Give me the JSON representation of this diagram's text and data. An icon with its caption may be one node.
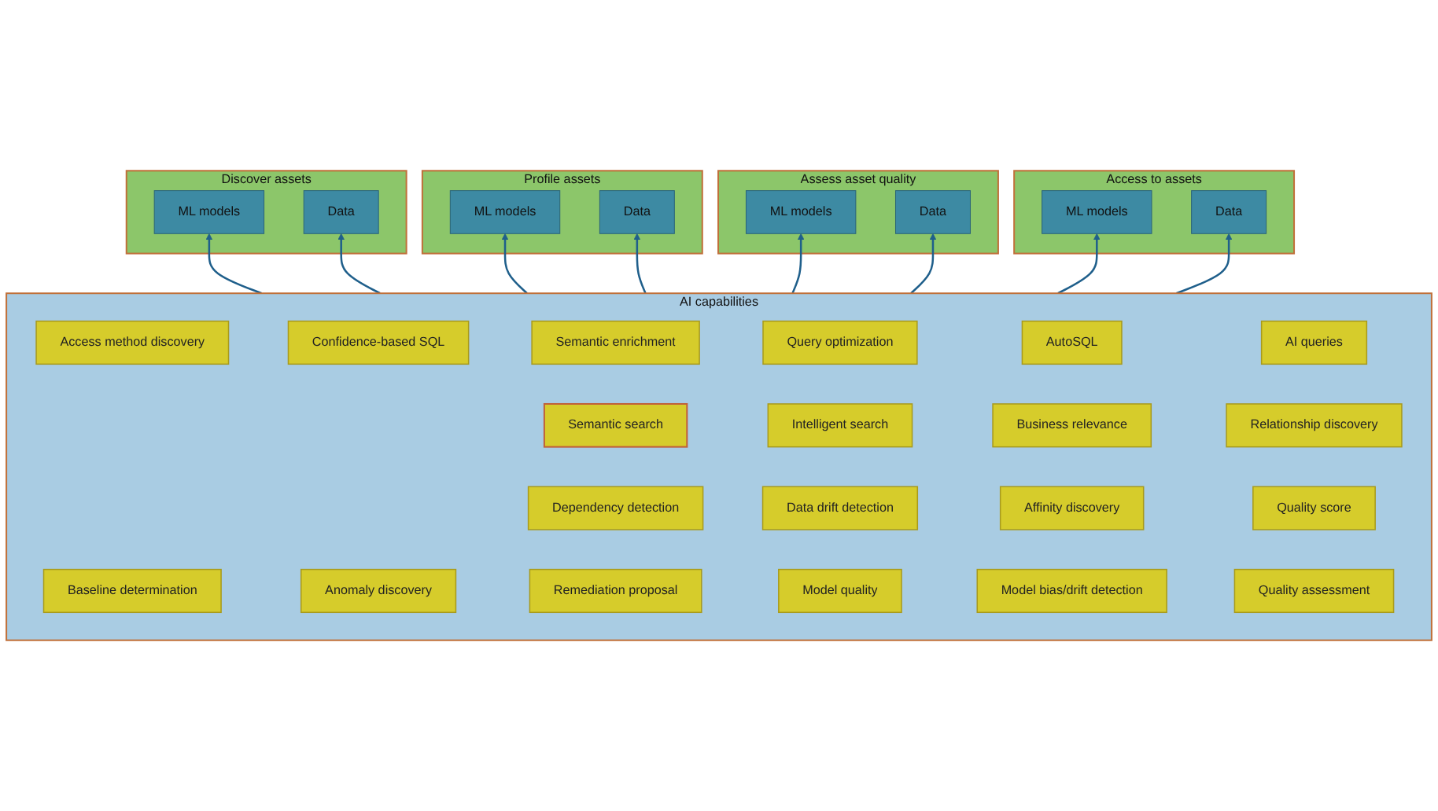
{
  "diagram": {
    "nodes": [
      {
        "text": [
          "Discover assets"
        ]
      },
      {
        "text": [
          "Data"
        ],
        "in": 0
      },
      {
        "text": [
          "ML models"
        ],
        "in": 0
      },
      {
        "text": [
          "Profile assets"
        ]
      },
      {
        "text": [
          "Data"
        ],
        "in": 3
      },
      {
        "text": [
          "ML models"
        ],
        "in": 3
      },
      {
        "text": [
          "Assess asset quality"
        ]
      },
      {
        "text": [
          "Data"
        ],
        "in": 6
      },
      {
        "text": [
          "ML models"
        ],
        "in": 6
      },
      {
        "text": [
          "Access to assets"
        ]
      },
      {
        "text": [
          "Data"
        ],
        "in": 9
      },
      {
        "text": [
          "ML models"
        ],
        "in": 9
      },
      {
        "text": [
          "AI capabilities"
        ]
      },
      {
        "text": [
          "Semantic search"
        ],
        "in": 12
      },
      {
        "text": [
          "Dependency detection"
        ],
        "in": 12
      },
      {
        "text": [
          "Baseline determination"
        ],
        "in": 12
      },
      {
        "text": [
          "Access method discovery"
        ],
        "in": 12
      },
      {
        "text": [
          "Intelligent search"
        ],
        "in": 12
      },
      {
        "text": [
          "Data drift detection"
        ],
        "in": 12
      },
      {
        "text": [
          "Anomaly discovery"
        ],
        "in": 12
      },
      {
        "text": [
          "Confidence-based SQL"
        ],
        "in": 12
      },
      {
        "text": [
          "Business relevance"
        ],
        "in": 12
      },
      {
        "text": [
          "Affinity discovery"
        ],
        "in": 12
      },
      {
        "text": [
          "Remediation proposal"
        ],
        "in": 12
      },
      {
        "text": [
          "Semantic enrichment"
        ],
        "in": 12
      },
      {
        "text": [
          "Relationship discovery"
        ],
        "in": 12
      },
      {
        "text": [
          "Quality score"
        ],
        "in": 12
      },
      {
        "text": [
          "Model quality"
        ],
        "in": 12
      },
      {
        "text": [
          "Query optimization"
        ],
        "in": 12
      },
      {
        "text": [
          "Model bias/drift detection"
        ],
        "in": 12
      },
      {
        "text": [
          "AutoSQL"
        ],
        "in": 12
      },
      {
        "text": [
          "Quality assessment"
        ],
        "in": 12
      },
      {
        "text": [
          "AI queries"
        ],
        "in": 12
      }
    ],
    "edges": [
      {
        "from": 12,
        "to": 1,
        "arrow": "to"
      },
      {
        "from": 12,
        "to": 2,
        "arrow": "to"
      },
      {
        "from": 12,
        "to": 4,
        "arrow": "to"
      },
      {
        "from": 12,
        "to": 5,
        "arrow": "to"
      },
      {
        "from": 12,
        "to": 7,
        "arrow": "to"
      },
      {
        "from": 12,
        "to": 8,
        "arrow": "to"
      },
      {
        "from": 12,
        "to": 10,
        "arrow": "to"
      },
      {
        "from": 12,
        "to": 11,
        "arrow": "to"
      }
    ]
  }
}
